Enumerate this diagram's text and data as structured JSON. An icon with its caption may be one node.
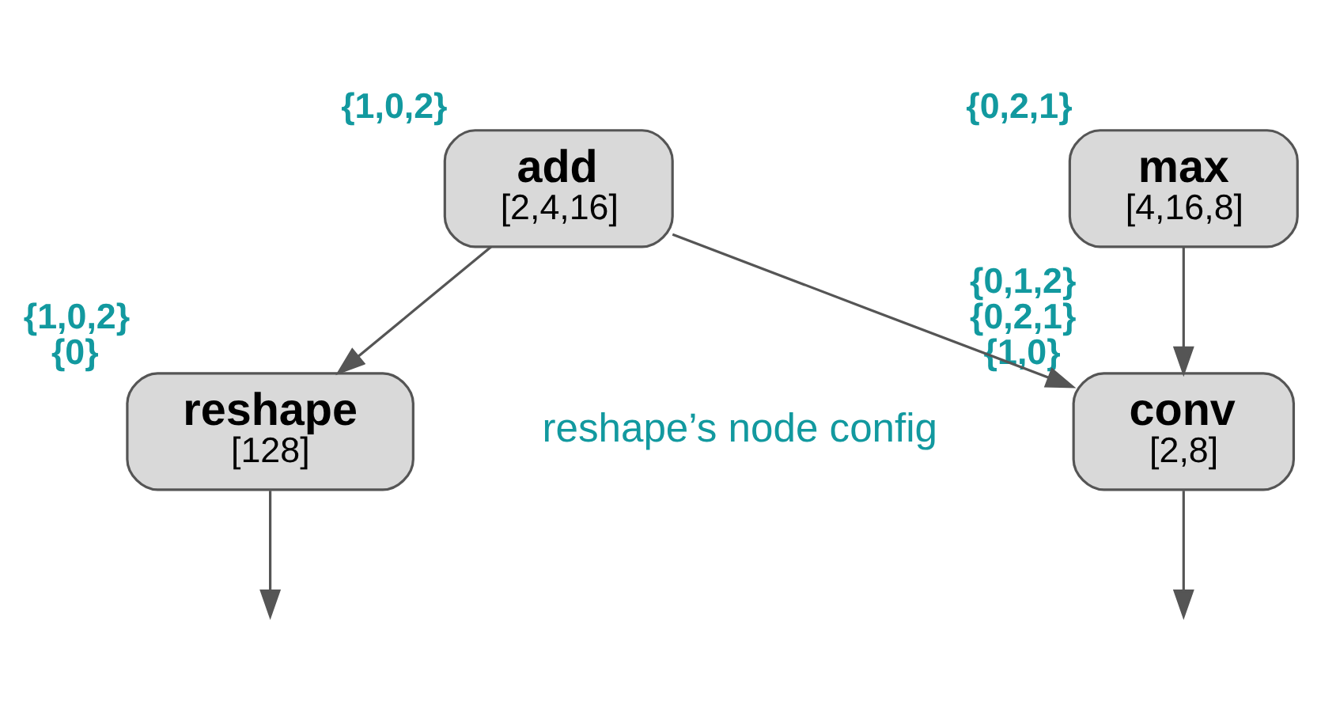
{
  "diagram": {
    "nodes": [
      {
        "text": [
          "add",
          "[2,4,16]"
        ],
        "beside": [
          "{1,0,2}"
        ]
      },
      {
        "text": [
          "max",
          "[4,16,8]"
        ],
        "beside": [
          "{0,2,1}"
        ]
      },
      {
        "text": [
          "reshape",
          "[128]"
        ],
        "beside": [
          "{1,0,2}",
          "{0}"
        ]
      },
      {
        "text": [
          "conv",
          "[2,8]"
        ],
        "beside": [
          "{0,1,2}",
          "{0,2,1}",
          "{1,0}"
        ]
      }
    ],
    "edges": [
      {
        "from": 0,
        "to": 2,
        "arrow": "to"
      },
      {
        "from": 0,
        "to": 3,
        "arrow": "to"
      },
      {
        "from": 1,
        "to": 3,
        "arrow": "to"
      },
      {
        "from": 2,
        "to": null,
        "arrow": "to"
      },
      {
        "from": 3,
        "to": null,
        "arrow": "to"
      }
    ],
    "labels": [
      "reshape’s node config"
    ]
  }
}
